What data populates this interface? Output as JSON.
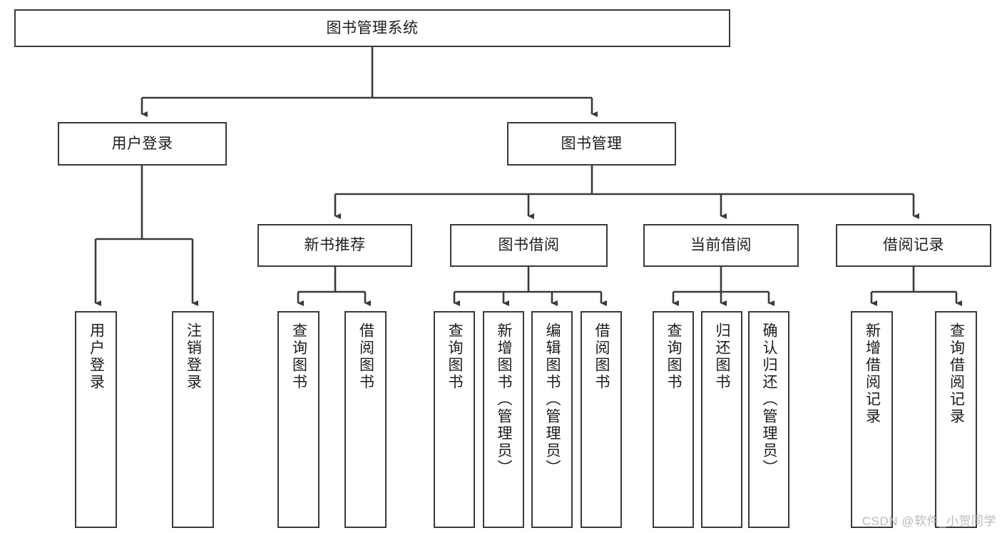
{
  "diagram": {
    "title_node": {
      "label": "图书管理系统"
    },
    "level2": [
      {
        "id": "user-login",
        "label": "用户登录"
      },
      {
        "id": "book-management",
        "label": "图书管理"
      }
    ],
    "level3": [
      {
        "id": "new-book-recommend",
        "label": "新书推荐"
      },
      {
        "id": "book-borrow",
        "label": "图书借阅"
      },
      {
        "id": "current-borrow",
        "label": "当前借阅"
      },
      {
        "id": "borrow-record",
        "label": "借阅记录"
      }
    ],
    "leaves": {
      "user_login": [
        {
          "id": "leaf-user-login",
          "label": "用户登录"
        },
        {
          "id": "leaf-logout-login",
          "label": "注销登录"
        }
      ],
      "new_book_recommend": [
        {
          "id": "leaf-query-book-1",
          "label": "查询图书"
        },
        {
          "id": "leaf-borrow-book-1",
          "label": "借阅图书"
        }
      ],
      "book_borrow": [
        {
          "id": "leaf-query-book-2",
          "label": "查询图书"
        },
        {
          "id": "leaf-add-book",
          "label": "新增图书（管理员）"
        },
        {
          "id": "leaf-edit-book",
          "label": "编辑图书（管理员）"
        },
        {
          "id": "leaf-borrow-book-2",
          "label": "借阅图书"
        }
      ],
      "current_borrow": [
        {
          "id": "leaf-query-book-3",
          "label": "查询图书"
        },
        {
          "id": "leaf-return-book",
          "label": "归还图书"
        },
        {
          "id": "leaf-confirm-return",
          "label": "确认归还（管理员）"
        }
      ],
      "borrow_record": [
        {
          "id": "leaf-add-record",
          "label": "新增借阅记录"
        },
        {
          "id": "leaf-query-record",
          "label": "查询借阅记录"
        }
      ]
    },
    "watermark": "CSDN @软件_小贺同学",
    "colors": {
      "box_border": "#3a3a3a",
      "box_fill": "#ffffff",
      "connector": "#3a3a3a",
      "text": "#1c1c1c",
      "watermark": "#b9b9b9",
      "background": "#ffffff"
    }
  }
}
